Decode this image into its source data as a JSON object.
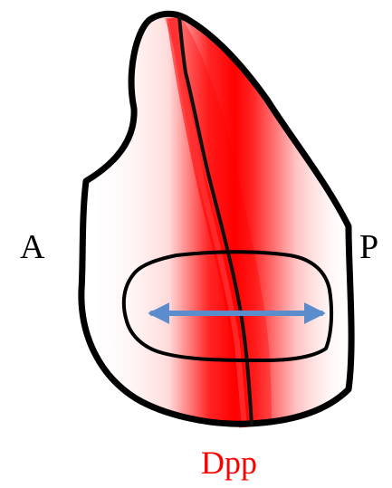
{
  "labels": {
    "anterior": "A",
    "posterior": "P",
    "gradient": "Dpp"
  },
  "colors": {
    "outline": "#000000",
    "gradient_red": "#ff0000",
    "arrow": "#5b8ccc",
    "background": "#ffffff"
  },
  "icons": {
    "arrow": "double-headed-arrow"
  }
}
